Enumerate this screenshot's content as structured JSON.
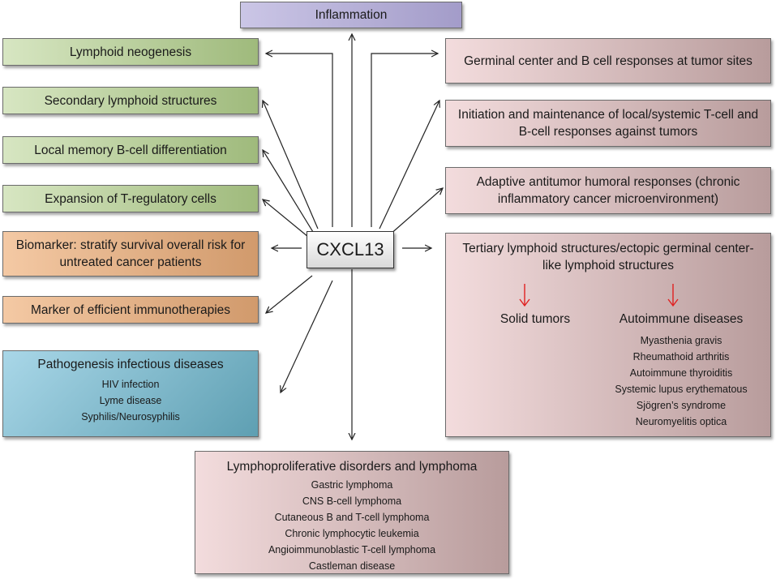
{
  "center": "CXCL13",
  "top": "Inflammation",
  "left": [
    "Lymphoid neogenesis",
    "Secondary lymphoid structures",
    "Local memory B-cell differentiation",
    "Expansion of T-regulatory cells",
    "Biomarker: stratify survival overall risk for untreated cancer patients",
    "Marker of efficient immunotherapies"
  ],
  "infectious": {
    "title": "Pathogenesis infectious diseases",
    "items": [
      "HIV infection",
      "Lyme disease",
      "Syphilis/Neurosyphilis"
    ]
  },
  "right": [
    "Germinal center and B cell responses at tumor sites",
    "Initiation and maintenance of local/systemic T-cell and B-cell responses against tumors",
    "Adaptive antitumor humoral responses (chronic inflammatory cancer microenvironment)"
  ],
  "tertiary": {
    "title": "Tertiary lymphoid structures/ectopic germinal center-like lymphoid structures",
    "solid": "Solid tumors",
    "autoimmune": "Autoimmune diseases",
    "items": [
      "Myasthenia gravis",
      "Rheumathoid arthritis",
      "Autoimmune  thyroiditis",
      "Systemic lupus erythematous",
      "Sjögren’s syndrome",
      "Neuromyelitis optica"
    ]
  },
  "lympho": {
    "title": "Lymphoproliferative disorders and lymphoma",
    "items": [
      "Gastric lymphoma",
      "CNS B-cell lymphoma",
      "Cutaneous B and T-cell lymphoma",
      "Chronic lymphocytic leukemia",
      "Angioimmunoblastic T-cell lymphoma",
      "Castleman disease"
    ]
  },
  "colors": {
    "green": "#b9cf9b",
    "orange": "#e3b086",
    "blue": "#7fbcd0",
    "rose": "#d9bfc0",
    "purple": "#b7b1d8",
    "red_arrow": "#e02020"
  }
}
